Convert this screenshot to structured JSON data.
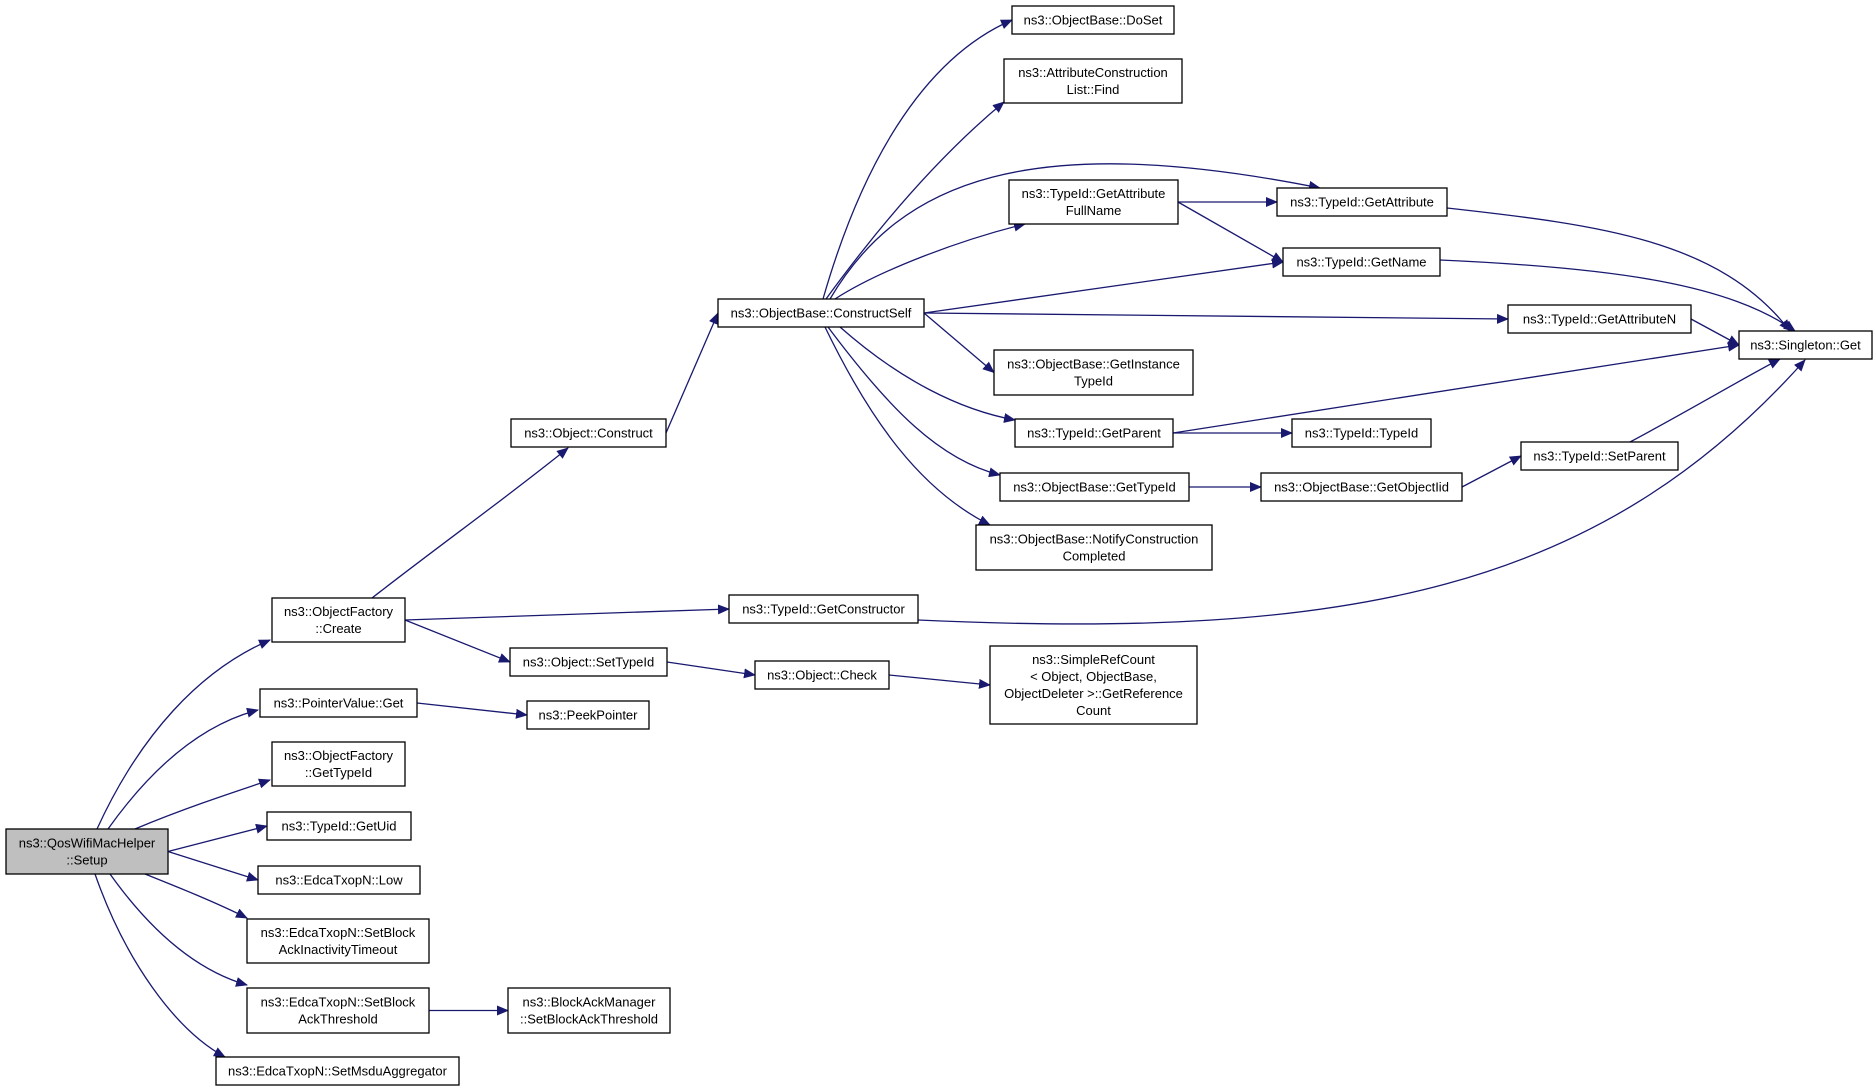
{
  "graph": {
    "edge_color": "#191970",
    "root_fill": "#bfbfbf",
    "nodes": [
      {
        "id": "root",
        "lines": [
          "ns3::QosWifiMacHelper",
          "::Setup"
        ]
      },
      {
        "id": "of_create",
        "lines": [
          "ns3::ObjectFactory",
          "::Create"
        ]
      },
      {
        "id": "pv_get",
        "lines": [
          "ns3::PointerValue::Get"
        ]
      },
      {
        "id": "of_gettypeid",
        "lines": [
          "ns3::ObjectFactory",
          "::GetTypeId"
        ]
      },
      {
        "id": "tid_getuid",
        "lines": [
          "ns3::TypeId::GetUid"
        ]
      },
      {
        "id": "edca_low",
        "lines": [
          "ns3::EdcaTxopN::Low"
        ]
      },
      {
        "id": "edca_setbai",
        "lines": [
          "ns3::EdcaTxopN::SetBlock",
          "AckInactivityTimeout"
        ]
      },
      {
        "id": "edca_setbat",
        "lines": [
          "ns3::EdcaTxopN::SetBlock",
          "AckThreshold"
        ]
      },
      {
        "id": "edca_setmsdu",
        "lines": [
          "ns3::EdcaTxopN::SetMsduAggregator"
        ]
      },
      {
        "id": "obj_construct",
        "lines": [
          "ns3::Object::Construct"
        ]
      },
      {
        "id": "obj_settypeid",
        "lines": [
          "ns3::Object::SetTypeId"
        ]
      },
      {
        "id": "tid_getconstructor",
        "lines": [
          "ns3::TypeId::GetConstructor"
        ]
      },
      {
        "id": "peekpointer",
        "lines": [
          "ns3::PeekPointer"
        ]
      },
      {
        "id": "bam_setbat",
        "lines": [
          "ns3::BlockAckManager",
          "::SetBlockAckThreshold"
        ]
      },
      {
        "id": "ob_constructself",
        "lines": [
          "ns3::ObjectBase::ConstructSelf"
        ]
      },
      {
        "id": "obj_check",
        "lines": [
          "ns3::Object::Check"
        ]
      },
      {
        "id": "ob_doset",
        "lines": [
          "ns3::ObjectBase::DoSet"
        ]
      },
      {
        "id": "acl_find",
        "lines": [
          "ns3::AttributeConstruction",
          "List::Find"
        ]
      },
      {
        "id": "tid_getattrfullname",
        "lines": [
          "ns3::TypeId::GetAttribute",
          "FullName"
        ]
      },
      {
        "id": "ob_getinstancetypeid",
        "lines": [
          "ns3::ObjectBase::GetInstance",
          "TypeId"
        ]
      },
      {
        "id": "tid_getparent",
        "lines": [
          "ns3::TypeId::GetParent"
        ]
      },
      {
        "id": "ob_gettypeid",
        "lines": [
          "ns3::ObjectBase::GetTypeId"
        ]
      },
      {
        "id": "ob_notify",
        "lines": [
          "ns3::ObjectBase::NotifyConstruction",
          "Completed"
        ]
      },
      {
        "id": "simplerefcount",
        "lines": [
          "ns3::SimpleRefCount",
          "< Object, ObjectBase,",
          "ObjectDeleter >::GetReference",
          "Count"
        ]
      },
      {
        "id": "tid_getattribute",
        "lines": [
          "ns3::TypeId::GetAttribute"
        ]
      },
      {
        "id": "tid_getname",
        "lines": [
          "ns3::TypeId::GetName"
        ]
      },
      {
        "id": "tid_typeid",
        "lines": [
          "ns3::TypeId::TypeId"
        ]
      },
      {
        "id": "ob_getobjectiid",
        "lines": [
          "ns3::ObjectBase::GetObjectIid"
        ]
      },
      {
        "id": "tid_getattributen",
        "lines": [
          "ns3::TypeId::GetAttributeN"
        ]
      },
      {
        "id": "tid_setparent",
        "lines": [
          "ns3::TypeId::SetParent"
        ]
      },
      {
        "id": "singleton_get",
        "lines": [
          "ns3::Singleton::Get"
        ]
      }
    ],
    "edges": [
      [
        "root",
        "of_create"
      ],
      [
        "root",
        "pv_get"
      ],
      [
        "root",
        "of_gettypeid"
      ],
      [
        "root",
        "tid_getuid"
      ],
      [
        "root",
        "edca_low"
      ],
      [
        "root",
        "edca_setbai"
      ],
      [
        "root",
        "edca_setbat"
      ],
      [
        "root",
        "edca_setmsdu"
      ],
      [
        "of_create",
        "obj_construct"
      ],
      [
        "of_create",
        "tid_getconstructor"
      ],
      [
        "of_create",
        "obj_settypeid"
      ],
      [
        "pv_get",
        "peekpointer"
      ],
      [
        "edca_setbat",
        "bam_setbat"
      ],
      [
        "obj_construct",
        "ob_constructself"
      ],
      [
        "obj_settypeid",
        "obj_check"
      ],
      [
        "obj_check",
        "simplerefcount"
      ],
      [
        "tid_getconstructor",
        "singleton_get"
      ],
      [
        "ob_constructself",
        "ob_doset"
      ],
      [
        "ob_constructself",
        "acl_find"
      ],
      [
        "ob_constructself",
        "tid_getattribute"
      ],
      [
        "ob_constructself",
        "tid_getattrfullname"
      ],
      [
        "ob_constructself",
        "tid_getname"
      ],
      [
        "ob_constructself",
        "tid_getattributen"
      ],
      [
        "ob_constructself",
        "ob_getinstancetypeid"
      ],
      [
        "ob_constructself",
        "tid_getparent"
      ],
      [
        "ob_constructself",
        "ob_gettypeid"
      ],
      [
        "ob_constructself",
        "ob_notify"
      ],
      [
        "tid_getattrfullname",
        "tid_getattribute"
      ],
      [
        "tid_getattrfullname",
        "tid_getname"
      ],
      [
        "tid_getattribute",
        "singleton_get"
      ],
      [
        "tid_getname",
        "singleton_get"
      ],
      [
        "tid_getattributen",
        "singleton_get"
      ],
      [
        "tid_getparent",
        "singleton_get"
      ],
      [
        "tid_getparent",
        "tid_typeid"
      ],
      [
        "ob_gettypeid",
        "ob_getobjectiid"
      ],
      [
        "ob_getobjectiid",
        "tid_setparent"
      ],
      [
        "tid_setparent",
        "singleton_get"
      ]
    ]
  }
}
